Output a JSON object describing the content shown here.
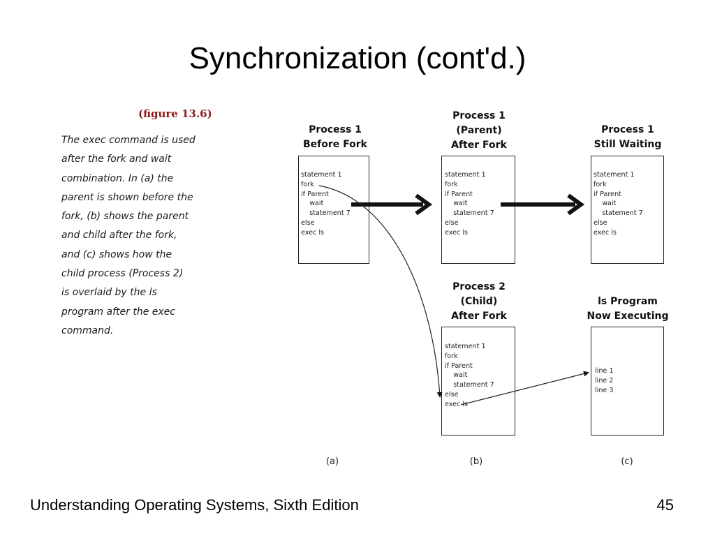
{
  "slide": {
    "title": "Synchronization (cont'd.)",
    "footer_left": "Understanding Operating Systems, Sixth Edition",
    "page_number": "45"
  },
  "figure": {
    "label": "(figure 13.6)",
    "caption": [
      "The exec command is used",
      "after the fork and wait",
      "combination. In (a) the",
      "parent is shown before the",
      "fork, (b) shows the parent",
      "and child after the fork,",
      "and (c) shows how the",
      "child process (Process 2)",
      "is overlaid by the ls",
      "program after the exec",
      "command."
    ],
    "panels": {
      "p1_before": {
        "title": "Process 1\nBefore Fork",
        "code": "statement 1\nfork\nif Parent\n    wait\n    statement 7\nelse\nexec ls"
      },
      "p1_parent": {
        "title": "Process 1\n(Parent)\nAfter Fork",
        "code": "statement 1\nfork\nif Parent\n    wait\n    statement 7\nelse\nexec ls"
      },
      "p1_waiting": {
        "title": "Process 1\nStill Waiting",
        "code": "statement 1\nfork\nif Parent\n    wait\n    statement 7\nelse\nexec ls"
      },
      "p2_child": {
        "title": "Process 2\n(Child)\nAfter Fork",
        "code": "statement 1\nfork\nif Parent\n    wait\n    statement 7\nelse\nexec ls"
      },
      "ls_program": {
        "title": "ls Program\nNow Executing",
        "code": "line 1\nline 2\nline 3"
      }
    },
    "labels": {
      "a": "(a)",
      "b": "(b)",
      "c": "(c)"
    }
  }
}
